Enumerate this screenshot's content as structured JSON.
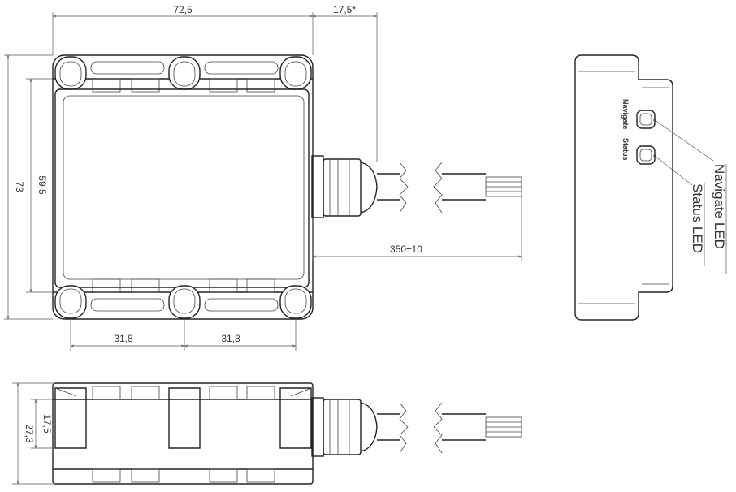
{
  "dimensions": {
    "width_main": "72,5",
    "width_gland": "17,5*",
    "height_total": "73",
    "height_inner": "59,5",
    "hole_spacing_left": "31,8",
    "hole_spacing_right": "31,8",
    "cable_length": "350±10",
    "height_side_total": "27,3",
    "height_side_body": "17,5"
  },
  "callouts": {
    "navigate_led": "Navigate LED",
    "status_led": "Status LED"
  },
  "panel_labels": {
    "navigate": "Navigate",
    "status": "Status"
  }
}
